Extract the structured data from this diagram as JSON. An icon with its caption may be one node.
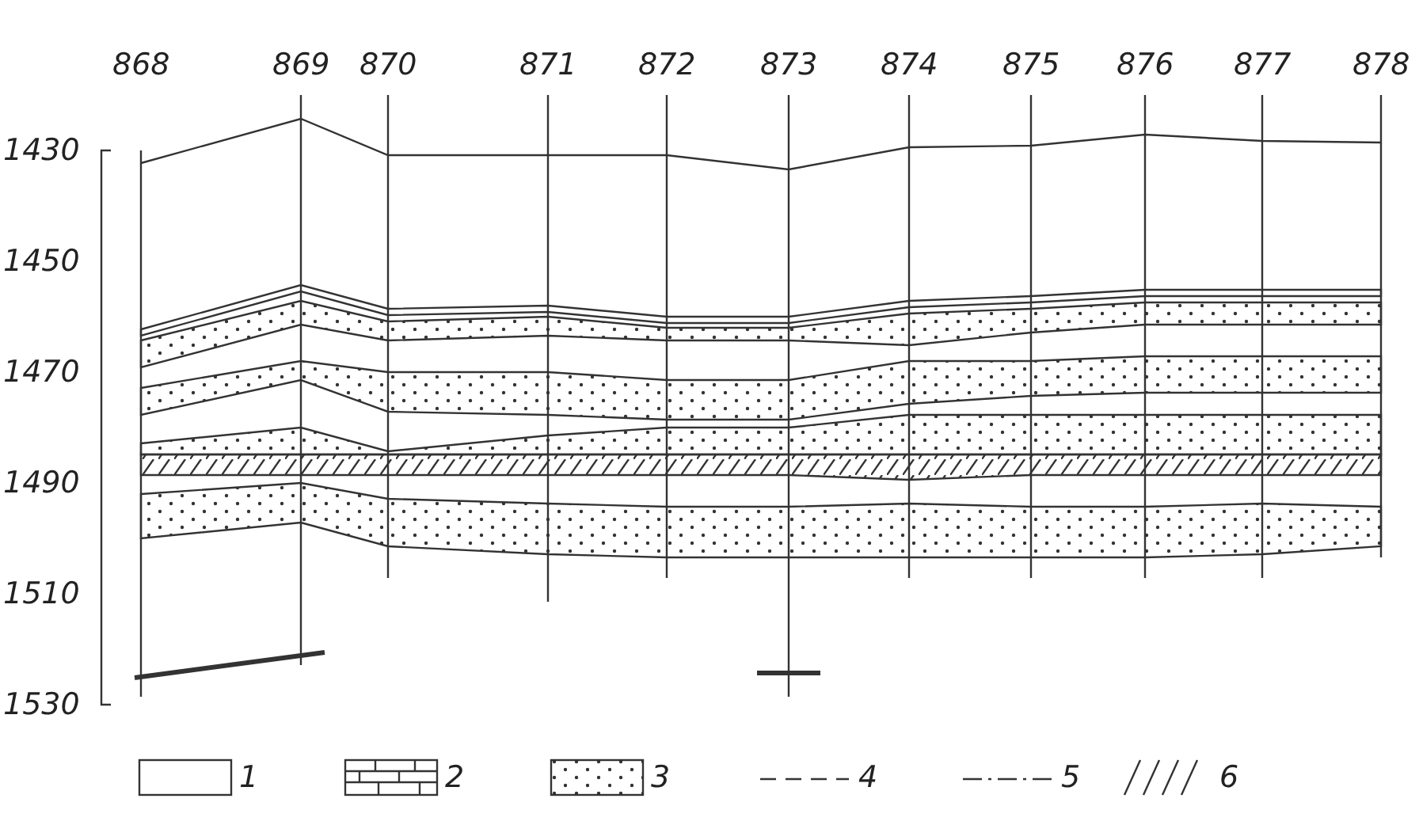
{
  "diagram": {
    "labels": [
      "868",
      "869",
      "870",
      "871",
      "872",
      "873",
      "874",
      "875",
      "876",
      "877",
      "878",
      "1430",
      "1450",
      "1470",
      "1490",
      "1510",
      "1530"
    ],
    "legend": [
      {
        "text": "1"
      },
      {
        "text": "2"
      },
      {
        "text": "3"
      },
      {
        "text": "4"
      },
      {
        "text": "5"
      },
      {
        "text": "6"
      }
    ]
  }
}
